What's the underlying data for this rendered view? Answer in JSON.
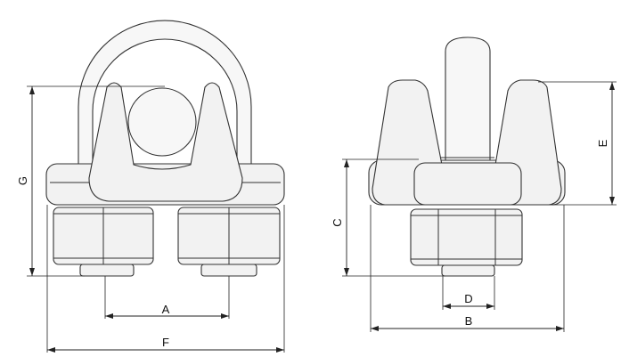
{
  "labels": {
    "a": "A",
    "b": "B",
    "c": "C",
    "d": "D",
    "e": "E",
    "f": "F",
    "g": "G"
  },
  "colors": {
    "part_fill": "#f2f2f2",
    "outline": "#333333",
    "dimension_line": "#222222"
  }
}
